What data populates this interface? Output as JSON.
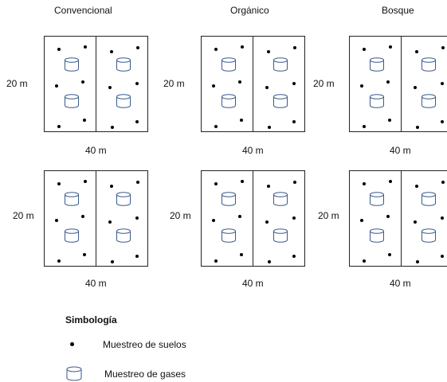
{
  "columns": [
    {
      "title": "Convencional",
      "width_label": "40 m"
    },
    {
      "title": "Orgánico",
      "width_label": "40 m"
    },
    {
      "title": "Bosque",
      "width_label": "40 m"
    }
  ],
  "height_label": "20 m",
  "legend": {
    "title": "Simbología",
    "items": [
      {
        "symbol": "dot",
        "label": "Muestreo de suelos"
      },
      {
        "symbol": "cylinder",
        "label": "Muestreo de gases"
      }
    ]
  }
}
